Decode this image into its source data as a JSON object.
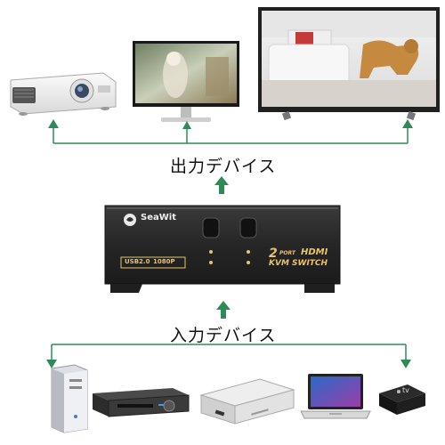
{
  "output_label": "出力デバイス",
  "input_label": "入力デバイス",
  "switch": {
    "brand": "SeaWit",
    "port_count": "2",
    "port_word": "PORT",
    "hdmi": "HDMI",
    "model": "KVM SWITCH",
    "usb_spec": "USB2.0",
    "resolution": "1080P"
  },
  "output_devices": [
    "projector-icon",
    "monitor-icon",
    "tv-icon"
  ],
  "input_devices": [
    "pc-tower-icon",
    "dvd-player-icon",
    "game-console-icon",
    "laptop-icon",
    "apple-tv-icon"
  ],
  "apple_tv_label": "tv",
  "colors": {
    "connector_green": "#2e8b57",
    "switch_body": "#2a2a2a",
    "switch_text": "#e8c46a"
  }
}
